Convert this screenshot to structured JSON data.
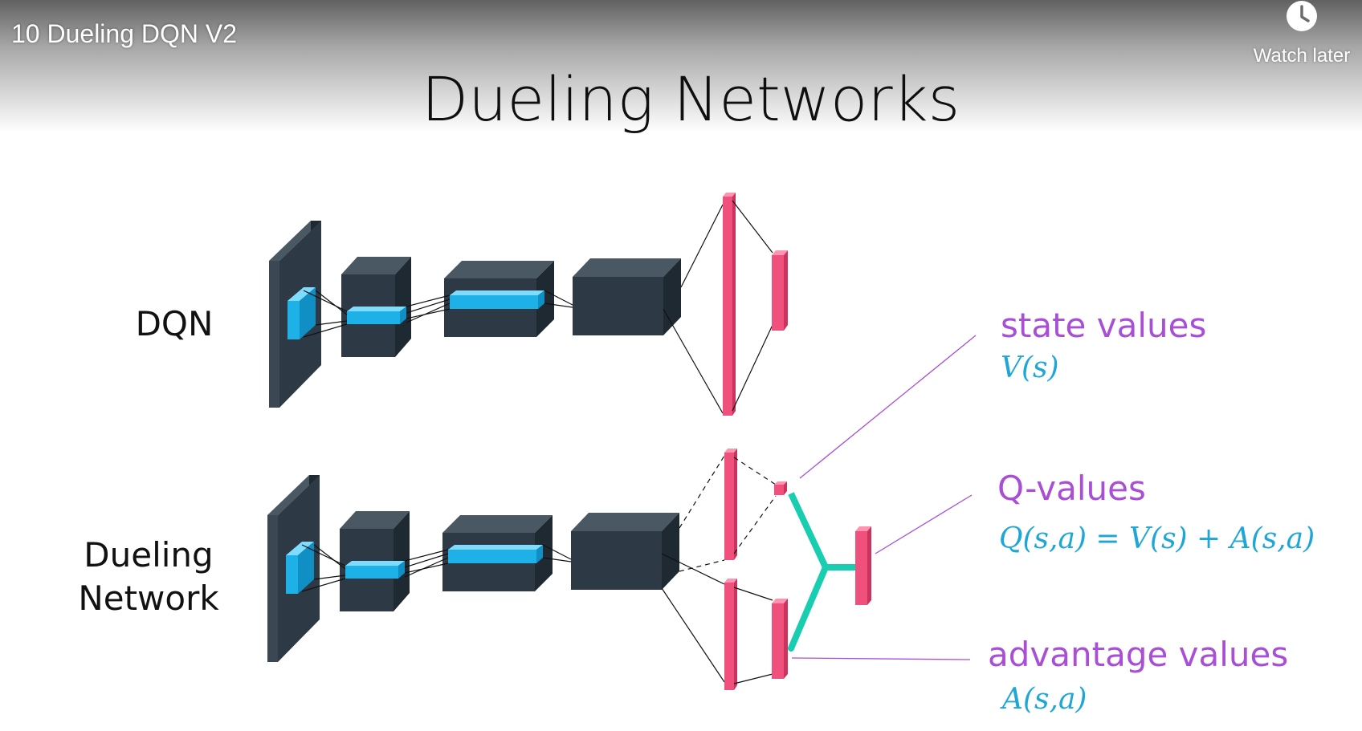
{
  "video": {
    "title": "10 Dueling DQN V2",
    "watch_later_label": "Watch later",
    "watch_later_icon": "clock-icon"
  },
  "slide": {
    "title": "Dueling Networks"
  },
  "rows": {
    "dqn_label": "DQN",
    "dueling_label_line1": "Dueling",
    "dueling_label_line2": "Network"
  },
  "annotations": {
    "state_values": "state values",
    "state_values_formula": "V(s)",
    "q_values": "Q-values",
    "q_values_formula": "Q(s,a) = V(s) + A(s,a)",
    "advantage_values": "advantage values",
    "advantage_values_formula": "A(s,a)"
  },
  "colors": {
    "block_dark": "#2d3944",
    "feature_blue": "#1db1e8",
    "dense_pink": "#f0507c",
    "merge_teal": "#19cdb0",
    "label_purple": "#a94fd6",
    "formula_blue": "#1ea6d6"
  }
}
